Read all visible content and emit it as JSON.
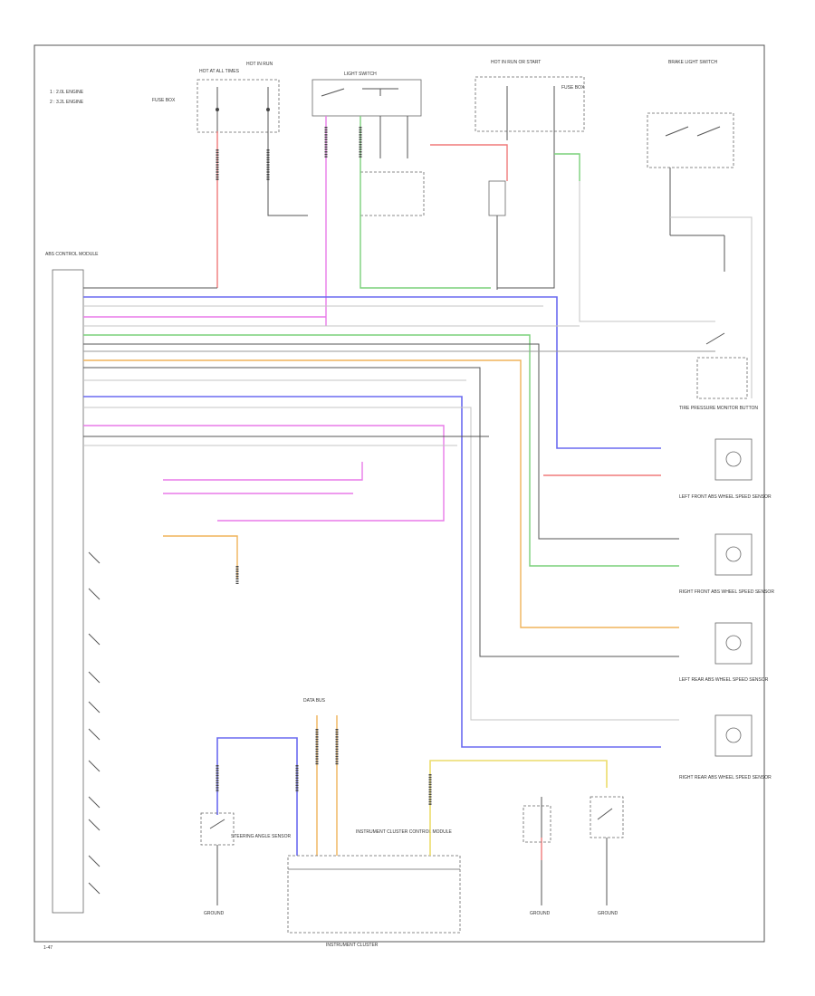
{
  "diagram": {
    "legend": [
      "1  : 2.0L ENGINE",
      "2  : 3.2L ENGINE"
    ],
    "labels": {
      "hot_at_all_times": "HOT AT ALL TIMES",
      "hot_in_run": "HOT IN RUN",
      "hot_in_run_start": "HOT IN RUN OR START",
      "fuse_box": "FUSE BOX",
      "light_switch": "LIGHT SWITCH",
      "controller_module": "ABS CONTROL MODULE",
      "tire_pressure_monitor_button": "TIRE PRESSURE MONITOR BUTTON",
      "brake_light_switch": "BRAKE LIGHT SWITCH",
      "steering_sensor": "STEERING ANGLE SENSOR",
      "wheel_sensor_lf": "LEFT FRONT ABS WHEEL SPEED SENSOR",
      "wheel_sensor_rf": "RIGHT FRONT ABS WHEEL SPEED SENSOR",
      "wheel_sensor_lr": "LEFT REAR ABS WHEEL SPEED SENSOR",
      "wheel_sensor_rr": "RIGHT REAR ABS WHEEL SPEED SENSOR",
      "instrument_cluster": "INSTRUMENT CLUSTER",
      "instrument_cluster_module": "INSTRUMENT CLUSTER CONTROL MODULE",
      "data_bus": "DATA BUS",
      "ground": "GROUND",
      "footer_code": "1-47"
    },
    "colors": {
      "red": "#f07a7a",
      "blue": "#6a6af0",
      "pink": "#e87ae8",
      "green": "#7ad07a",
      "orange": "#f0b35a",
      "yellow": "#ecdc6a",
      "black": "#555555",
      "gray": "#9a9a9a"
    }
  }
}
